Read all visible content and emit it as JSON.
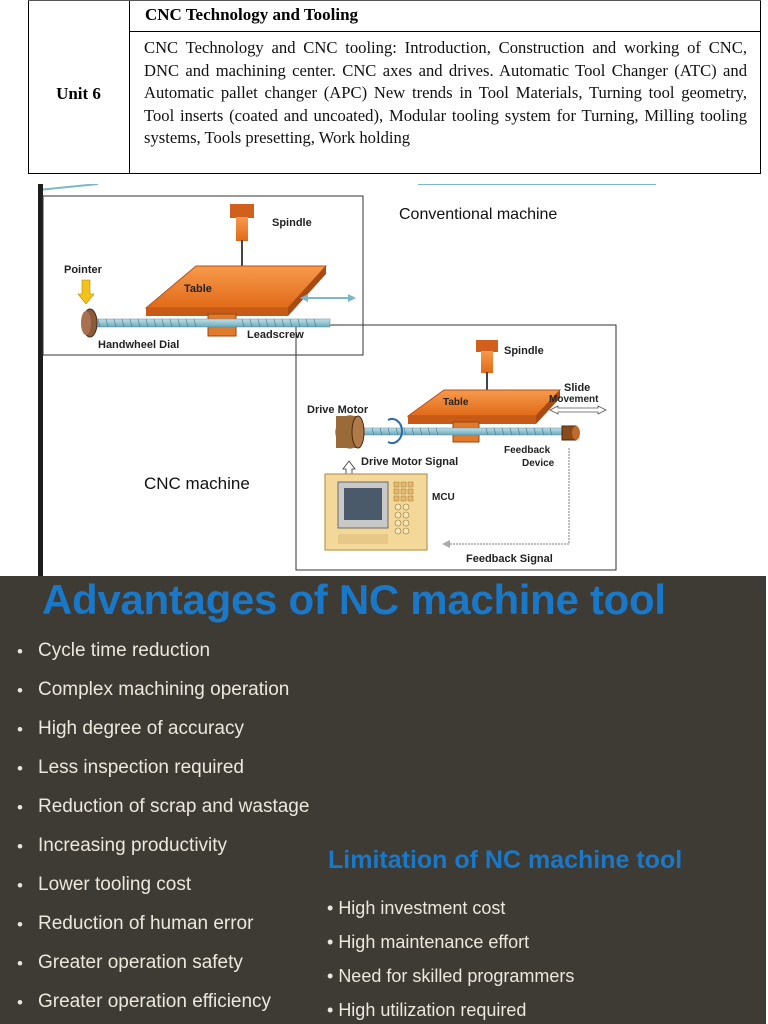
{
  "syllabus": {
    "unit_label": "Unit 6",
    "topic_title": "CNC Technology and Tooling",
    "topic_body": "CNC Technology and CNC tooling: Introduction, Construction and working of CNC, DNC and machining center. CNC axes and drives. Automatic Tool Changer (ATC) and Automatic pallet changer (APC) New trends in Tool Materials, Turning tool geometry, Tool inserts (coated and uncoated), Modular tooling system for Turning, Milling tooling systems, Tools presetting, Work holding"
  },
  "diagram": {
    "conventional_title": "Conventional machine",
    "cnc_title": "CNC machine",
    "conventional_labels": {
      "spindle": "Spindle",
      "pointer": "Pointer",
      "table": "Table",
      "leadscrew": "Leadscrew",
      "handwheel": "Handwheel Dial"
    },
    "cnc_labels": {
      "spindle": "Spindle",
      "slide_movement_1": "Slide",
      "slide_movement_2": "Movement",
      "drive_motor": "Drive Motor",
      "table": "Table",
      "feedback_device_1": "Feedback",
      "feedback_device_2": "Device",
      "drive_motor_signal": "Drive Motor Signal",
      "mcu": "MCU",
      "feedback_signal": "Feedback Signal"
    },
    "colors": {
      "orange": "#f07a24",
      "dark_orange": "#b8501a",
      "screw": "#7ab8c8",
      "mcu_body": "#f2d690"
    }
  },
  "slide": {
    "title": "Advantages of NC machine tool",
    "advantages": [
      "Cycle time reduction",
      "Complex machining operation",
      "High degree of accuracy",
      "Less inspection required",
      "Reduction of scrap and wastage",
      "Increasing productivity",
      "Lower tooling cost",
      "Reduction of human error",
      "Greater operation safety",
      "Greater operation efficiency"
    ],
    "limitation_title": "Limitation of NC machine tool",
    "limitations": [
      "High investment cost",
      "High maintenance effort",
      "Need for skilled programmers",
      "High utilization required"
    ],
    "colors": {
      "background": "#3e3a34",
      "heading": "#1a78c8",
      "text": "#ece8de"
    }
  }
}
